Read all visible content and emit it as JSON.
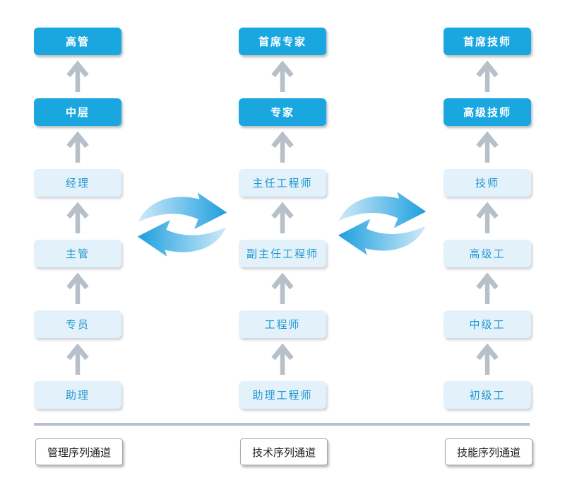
{
  "diagram": {
    "title": "career-ladder-three-channel-diagram",
    "columns": [
      {
        "id": "management",
        "channel_label": "管理序列通道",
        "levels": [
          {
            "label": "高管",
            "emphasis": "solid"
          },
          {
            "label": "中层",
            "emphasis": "solid"
          },
          {
            "label": "经理",
            "emphasis": "light"
          },
          {
            "label": "主管",
            "emphasis": "light"
          },
          {
            "label": "专员",
            "emphasis": "light"
          },
          {
            "label": "助理",
            "emphasis": "light"
          }
        ]
      },
      {
        "id": "technical",
        "channel_label": "技术序列通道",
        "levels": [
          {
            "label": "首席专家",
            "emphasis": "solid"
          },
          {
            "label": "专家",
            "emphasis": "solid"
          },
          {
            "label": "主任工程师",
            "emphasis": "light"
          },
          {
            "label": "副主任工程师",
            "emphasis": "light"
          },
          {
            "label": "工程师",
            "emphasis": "light"
          },
          {
            "label": "助理工程师",
            "emphasis": "light"
          }
        ]
      },
      {
        "id": "skill",
        "channel_label": "技能序列通道",
        "levels": [
          {
            "label": "首席技师",
            "emphasis": "solid"
          },
          {
            "label": "高级技师",
            "emphasis": "solid"
          },
          {
            "label": "技师",
            "emphasis": "light"
          },
          {
            "label": "高级工",
            "emphasis": "light"
          },
          {
            "label": "中级工",
            "emphasis": "light"
          },
          {
            "label": "初级工",
            "emphasis": "light"
          }
        ]
      }
    ],
    "icons": {
      "up_arrow": "up-arrow-icon",
      "swap": "swap-cycle-arrows-icon"
    },
    "colors": {
      "solid_box": "#1aa7e0",
      "light_box_bg": "#e3f2fa",
      "light_box_text": "#2196d0",
      "arrow_gray": "#b7c0c9",
      "swap_blue": "#1d9fdf",
      "swap_light": "#cfeaf8",
      "separator_gray": "#b8c0c9",
      "channel_label_text": "#1f1f1f"
    }
  }
}
